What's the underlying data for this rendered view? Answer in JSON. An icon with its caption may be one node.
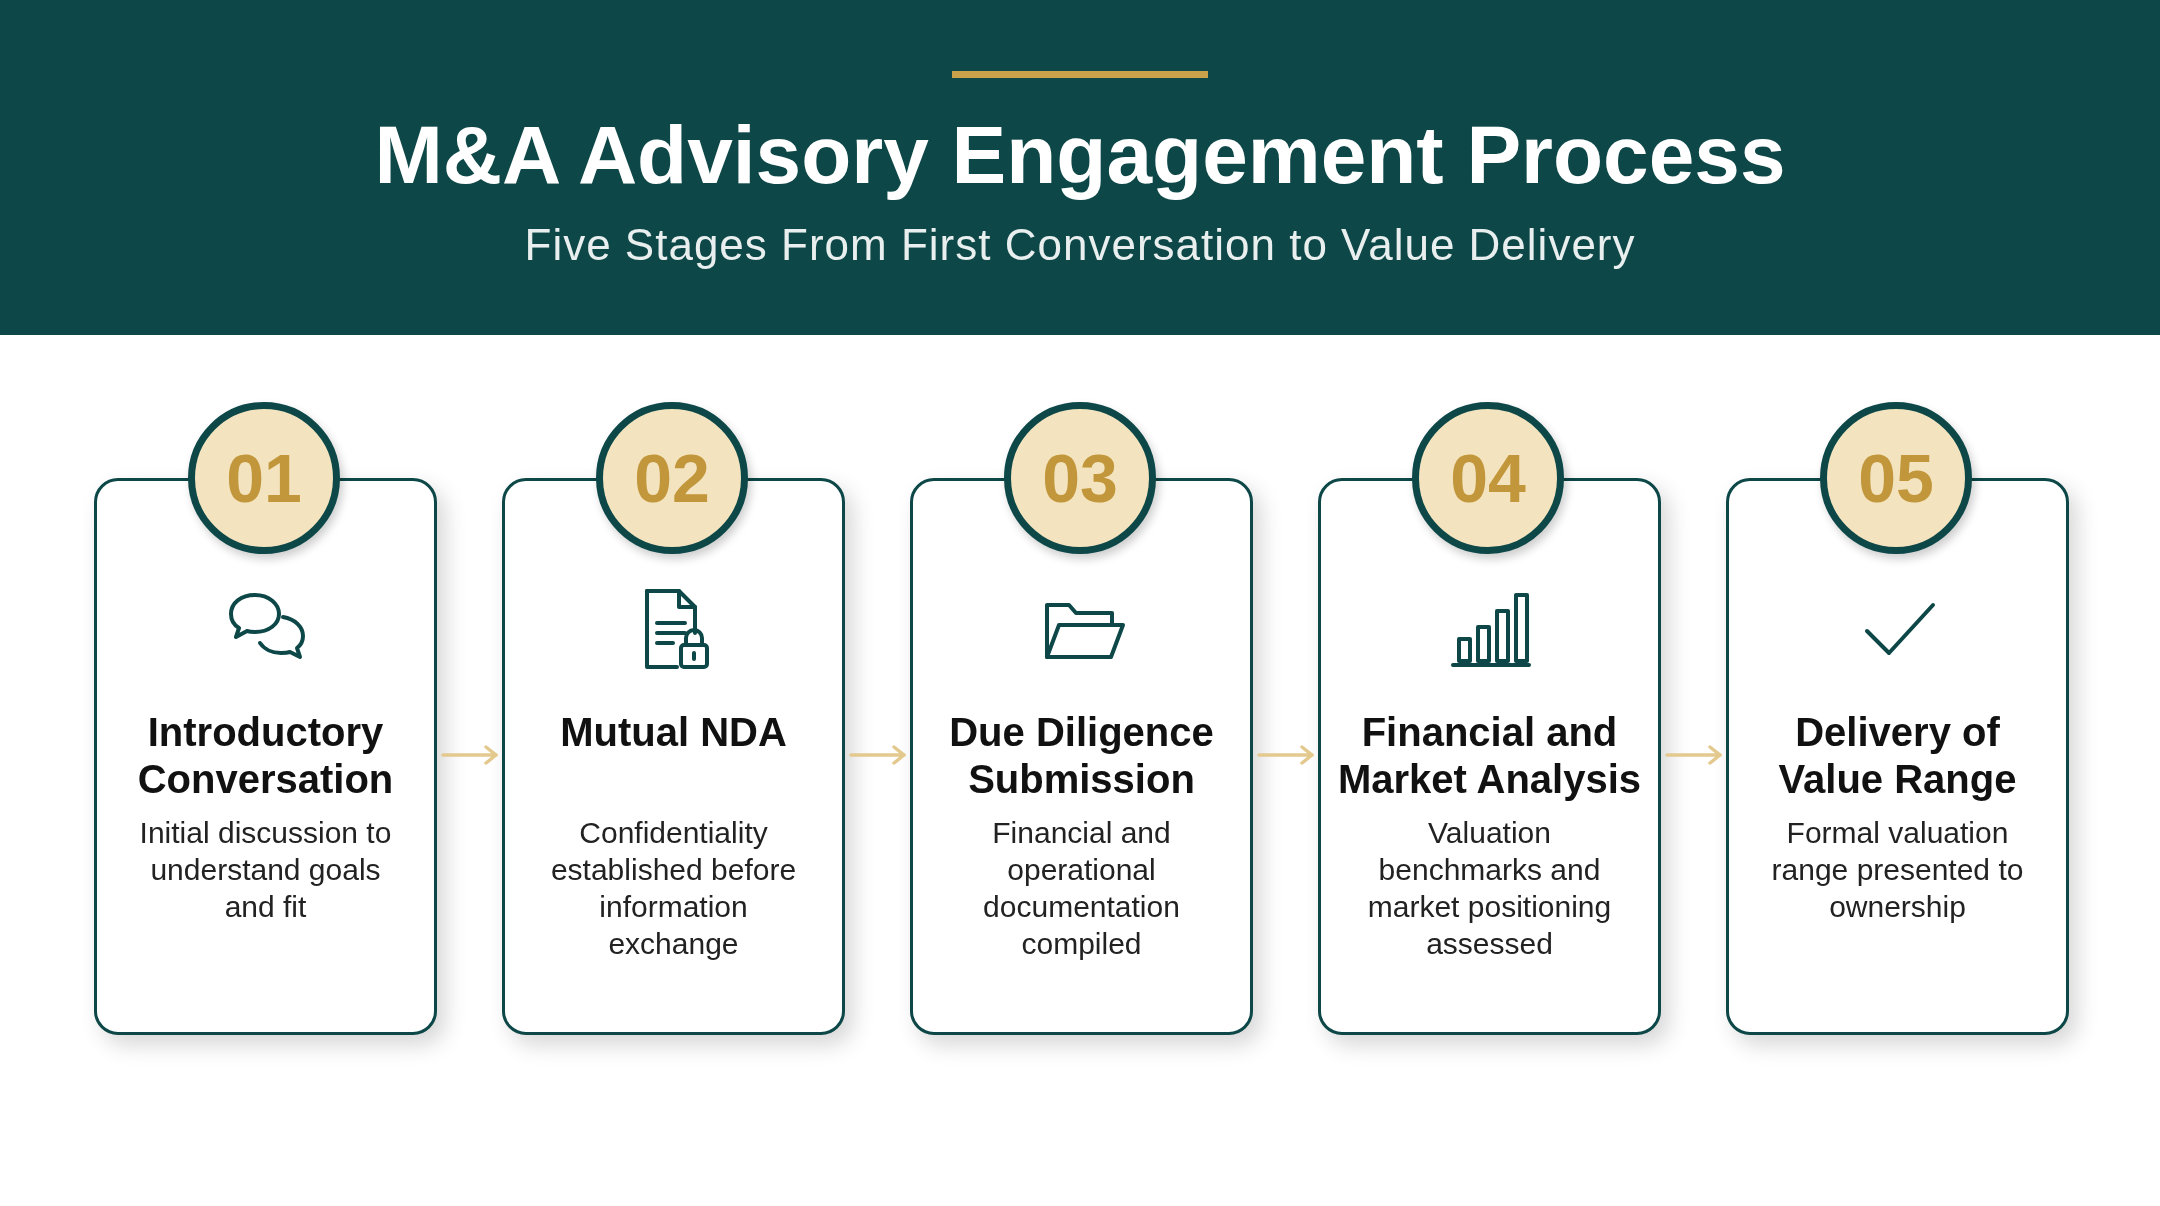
{
  "diagram": {
    "title": "M&A Advisory Engagement Process",
    "caption": "Five Stages From First Conversation to Value Delivery",
    "nodes": [
      {
        "text": [
          "01"
        ]
      },
      {
        "text": [
          "Introductory Conversation",
          "Initial discussion to understand goals and fit"
        ]
      },
      {
        "text": [
          "02"
        ]
      },
      {
        "text": [
          "Mutual NDA",
          "Confidentiality established before information exchange"
        ]
      },
      {
        "text": [
          "03"
        ]
      },
      {
        "text": [
          "Due Diligence Submission",
          "Financial and operational documentation compiled"
        ]
      },
      {
        "text": [
          "04"
        ]
      },
      {
        "text": [
          "Financial and Market Analysis",
          "Valuation benchmarks and market positioning assessed"
        ]
      },
      {
        "text": [
          "05"
        ]
      },
      {
        "text": [
          "Delivery of Value Range",
          "Formal valuation range presented to ownership"
        ]
      }
    ],
    "edges": [
      {
        "from": 1,
        "to": 3,
        "arrow": "to"
      },
      {
        "from": 3,
        "to": 5,
        "arrow": "to"
      },
      {
        "from": 5,
        "to": 7,
        "arrow": "to"
      },
      {
        "from": 7,
        "to": 9,
        "arrow": "to"
      }
    ]
  }
}
